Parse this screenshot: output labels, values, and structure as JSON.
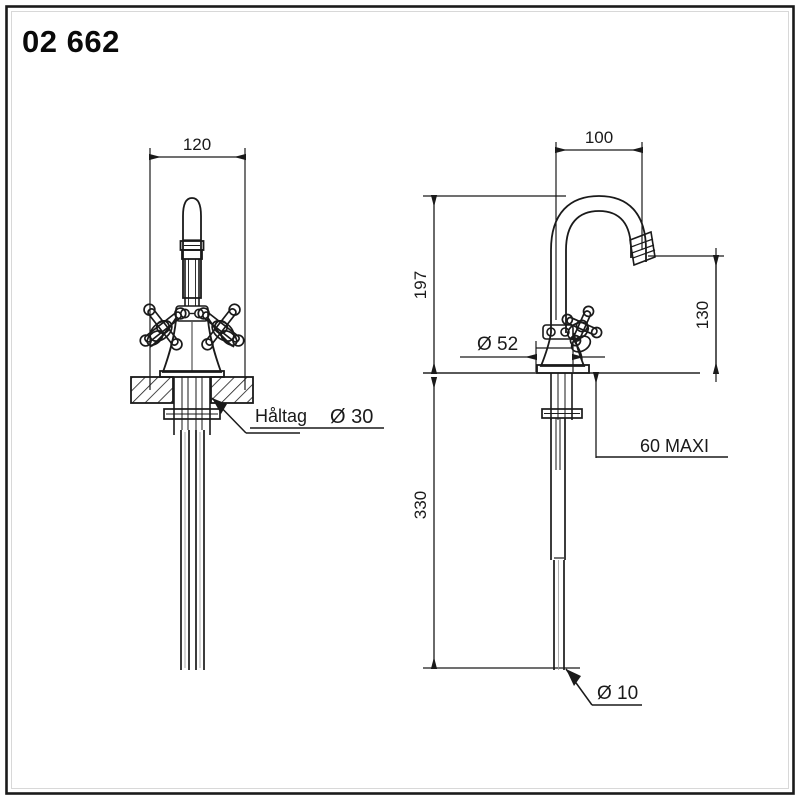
{
  "sheet": {
    "title": "02 662",
    "background_color": "#ffffff",
    "line_color": "#1a1a1a",
    "border": true
  },
  "views": [
    {
      "name": "front-view",
      "label": "Front view of two-handle basin mixer"
    },
    {
      "name": "side-view",
      "label": "Side view of two-handle basin mixer"
    }
  ],
  "dimensions": {
    "front_width": "120",
    "spout_reach": "100",
    "overall_height": "197",
    "spout_height": "130",
    "tube_length": "330",
    "base_diameter": "Ø 52",
    "tube_diameter": "Ø 10",
    "hole_cut": "Håltag",
    "hole_diameter": "Ø 30",
    "deck_thickness": "60 MAXI"
  },
  "annotations": [
    {
      "id": "dim-120",
      "text": "120",
      "kind": "linear-horizontal"
    },
    {
      "id": "dim-100",
      "text": "100",
      "kind": "linear-horizontal"
    },
    {
      "id": "dim-197",
      "text": "197",
      "kind": "linear-vertical"
    },
    {
      "id": "dim-130",
      "text": "130",
      "kind": "linear-vertical"
    },
    {
      "id": "dim-330",
      "text": "330",
      "kind": "linear-vertical"
    },
    {
      "id": "dim-d52",
      "text": "Ø 52",
      "kind": "diameter"
    },
    {
      "id": "dim-d10",
      "text": "Ø 10",
      "kind": "diameter-leader"
    },
    {
      "id": "note-haltag",
      "text": "Håltag",
      "kind": "leader-note"
    },
    {
      "id": "note-d30",
      "text": "Ø 30",
      "kind": "leader-note"
    },
    {
      "id": "note-maxi",
      "text": "60 MAXI",
      "kind": "leader-note"
    }
  ]
}
